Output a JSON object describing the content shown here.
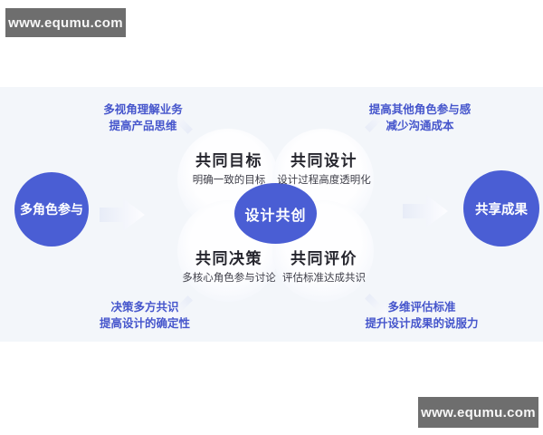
{
  "watermark": {
    "text": "www.equmu.com"
  },
  "diagram": {
    "left_node": {
      "label": "多角色参与"
    },
    "right_node": {
      "label": "共享成果"
    },
    "center_node": {
      "label": "设计共创"
    },
    "petals": [
      {
        "position": "top-left",
        "title": "共同目标",
        "subtitle": "明确一致的目标"
      },
      {
        "position": "top-right",
        "title": "共同设计",
        "subtitle": "设计过程高度透明化"
      },
      {
        "position": "bottom-left",
        "title": "共同决策",
        "subtitle": "多核心角色参与讨论"
      },
      {
        "position": "bottom-right",
        "title": "共同评价",
        "subtitle": "评估标准达成共识"
      }
    ],
    "annotations": [
      {
        "position": "top-left",
        "line1": "多视角理解业务",
        "line2": "提高产品思维"
      },
      {
        "position": "top-right",
        "line1": "提高其他角色参与感",
        "line2": "减少沟通成本"
      },
      {
        "position": "bottom-left",
        "line1": "决策多方共识",
        "line2": "提高设计的确定性"
      },
      {
        "position": "bottom-right",
        "line1": "多维评估标准",
        "line2": "提升设计成果的说服力"
      }
    ]
  },
  "colors": {
    "accent_blue": "#4A5ED4",
    "annotation_blue": "#4656CC",
    "panel_background": "#F3F6FA",
    "watermark_background": "#6E6E6E",
    "petal_edge": "#EAEFF8"
  }
}
